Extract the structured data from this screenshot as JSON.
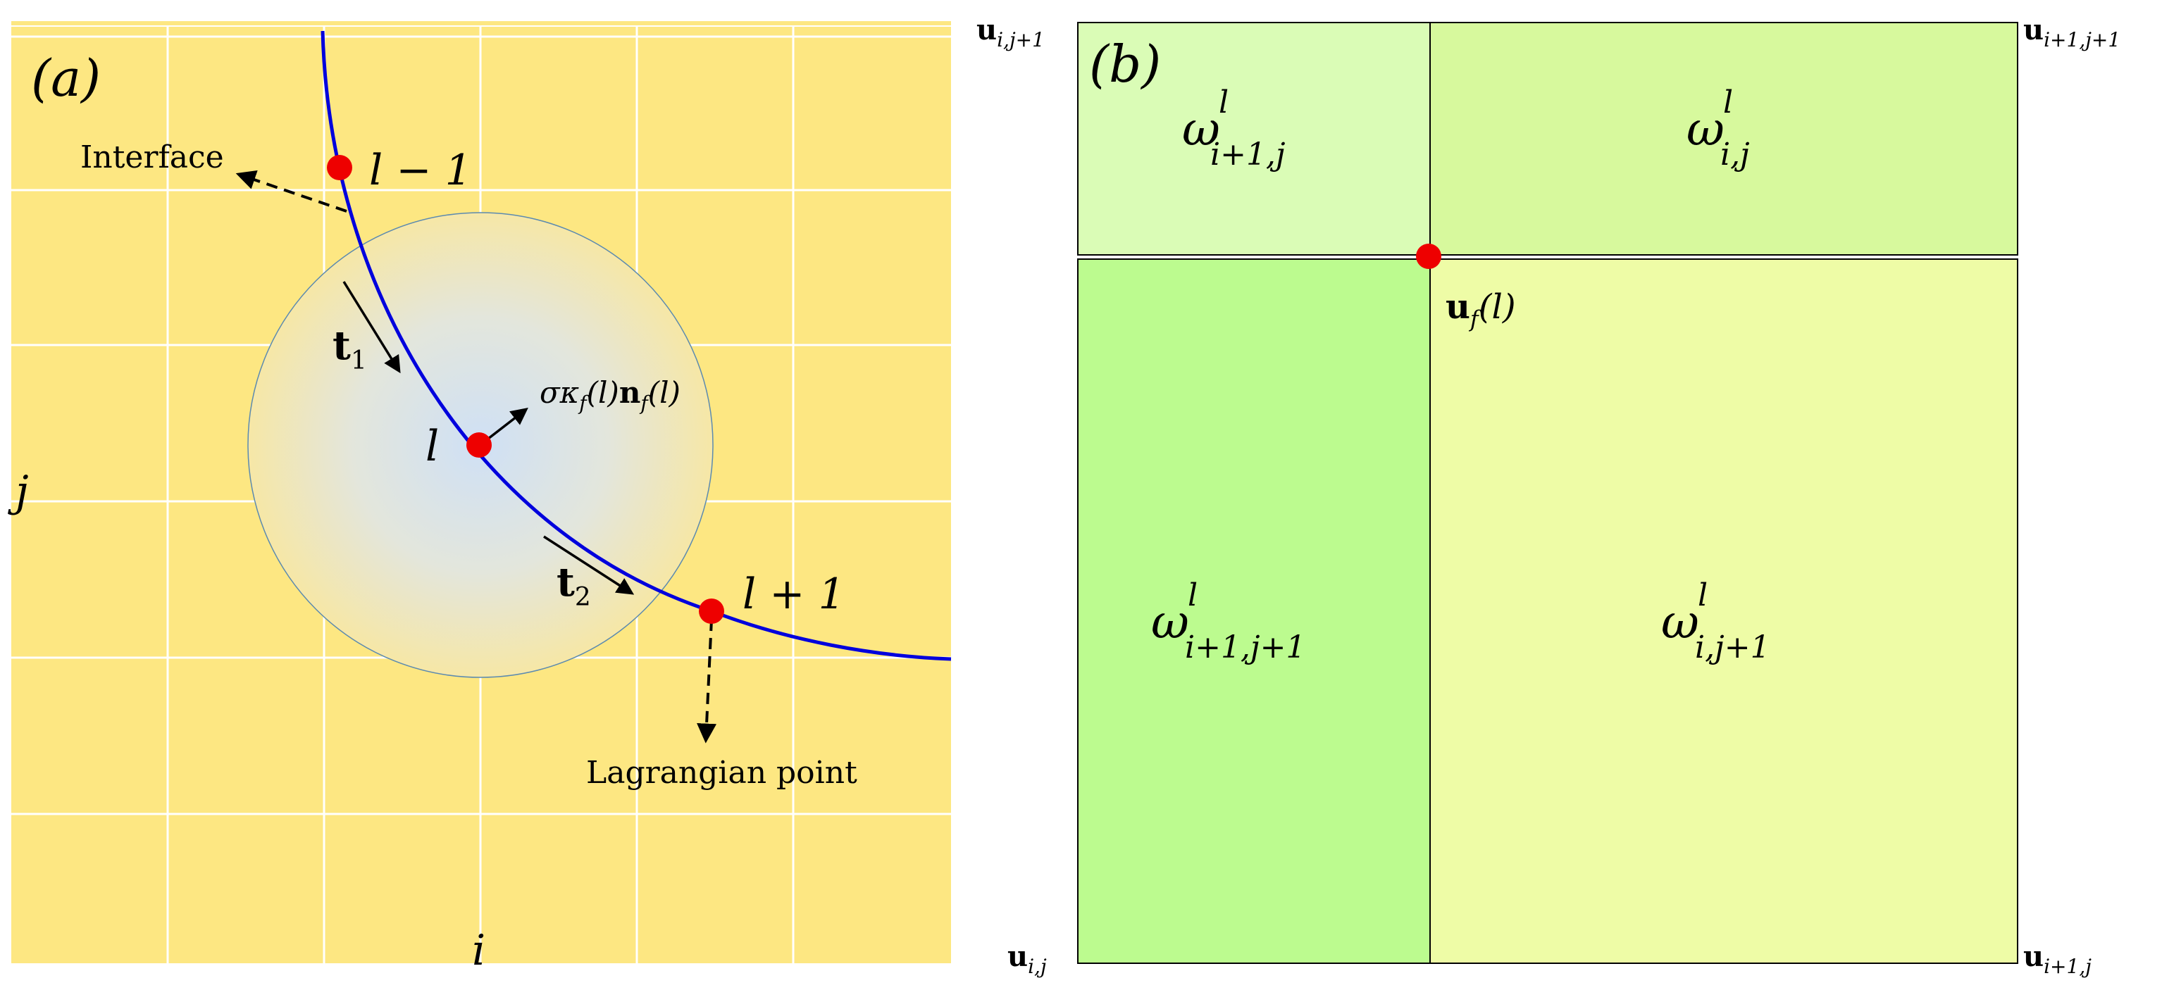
{
  "panel_a": {
    "label": "(a)",
    "interface_label": "Interface",
    "lagrangian_label": "Lagrangian point",
    "point_prev": "l − 1",
    "point_curr": "l",
    "point_next": "l + 1",
    "tangent_1": {
      "base": "t",
      "sub": "1"
    },
    "tangent_2": {
      "base": "t",
      "sub": "2"
    },
    "force": {
      "p1": "σκ",
      "p1_sub": "f",
      "p2": "(l)",
      "p3": "n",
      "p3_sub": "f",
      "p4": "(l)"
    },
    "axis_i": "i",
    "axis_j": "j",
    "colors": {
      "background": "#fde782",
      "grid": "#ffffff",
      "interface": "#0000dd",
      "point": "#ee0000",
      "kernel_center": "#cfe0f5"
    }
  },
  "panel_b": {
    "label": "(b)",
    "corner_tl": {
      "base": "u",
      "sub": "i,j+1"
    },
    "corner_tr": {
      "base": "u",
      "sub": "i+1,j+1"
    },
    "corner_bl": {
      "base": "u",
      "sub": "i,j"
    },
    "corner_br": {
      "base": "u",
      "sub": "i+1,j"
    },
    "force_point": {
      "base": "u",
      "sub": "f",
      "arg": "(l)"
    },
    "cells": [
      {
        "base": "ω",
        "sup": "l",
        "sub": "i+1,j",
        "color": "#dafcb6"
      },
      {
        "base": "ω",
        "sup": "l",
        "sub": "i,j",
        "color": "#d7f99d"
      },
      {
        "base": "ω",
        "sup": "l",
        "sub": "i+1,j+1",
        "color": "#bcfb8f"
      },
      {
        "base": "ω",
        "sup": "l",
        "sub": "i,j+1",
        "color": "#eefca6"
      }
    ]
  }
}
